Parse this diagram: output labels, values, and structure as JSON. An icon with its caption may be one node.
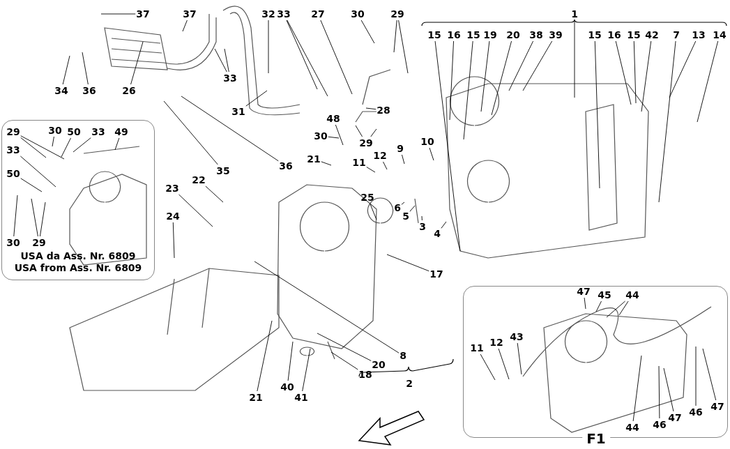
{
  "diagram": {
    "nodes": [
      {
        "text": [
          "USA da Ass. Nr. 6809",
          "USA from Ass. Nr. 6809"
        ]
      },
      {
        "text": [
          "29"
        ],
        "in": 0
      },
      {
        "text": [
          "30"
        ],
        "in": 0
      },
      {
        "text": [
          "50"
        ],
        "in": 0
      },
      {
        "text": [
          "33"
        ],
        "in": 0
      },
      {
        "text": [
          "49"
        ],
        "in": 0
      },
      {
        "text": [
          "33"
        ],
        "in": 0
      },
      {
        "text": [
          "50"
        ],
        "in": 0
      },
      {
        "text": [
          "30"
        ],
        "in": 0
      },
      {
        "text": [
          "29"
        ],
        "in": 0
      },
      {
        "text": [
          "37"
        ]
      },
      {
        "text": [
          "37"
        ]
      },
      {
        "text": [
          "32"
        ]
      },
      {
        "text": [
          "33"
        ]
      },
      {
        "text": [
          "27"
        ]
      },
      {
        "text": [
          "30"
        ]
      },
      {
        "text": [
          "29"
        ]
      },
      {
        "text": [
          "1"
        ]
      },
      {
        "text": [
          "15"
        ]
      },
      {
        "text": [
          "16"
        ]
      },
      {
        "text": [
          "15"
        ]
      },
      {
        "text": [
          "19"
        ]
      },
      {
        "text": [
          "20"
        ]
      },
      {
        "text": [
          "38"
        ]
      },
      {
        "text": [
          "39"
        ]
      },
      {
        "text": [
          "15"
        ]
      },
      {
        "text": [
          "16"
        ]
      },
      {
        "text": [
          "15"
        ]
      },
      {
        "text": [
          "42"
        ]
      },
      {
        "text": [
          "7"
        ]
      },
      {
        "text": [
          "13"
        ]
      },
      {
        "text": [
          "14"
        ]
      },
      {
        "text": [
          "34"
        ]
      },
      {
        "text": [
          "36"
        ]
      },
      {
        "text": [
          "26"
        ]
      },
      {
        "text": [
          "33"
        ]
      },
      {
        "text": [
          "31"
        ]
      },
      {
        "text": [
          "28"
        ]
      },
      {
        "text": [
          "48"
        ]
      },
      {
        "text": [
          "30"
        ]
      },
      {
        "text": [
          "29"
        ]
      },
      {
        "text": [
          "10"
        ]
      },
      {
        "text": [
          "9"
        ]
      },
      {
        "text": [
          "21"
        ]
      },
      {
        "text": [
          "11"
        ]
      },
      {
        "text": [
          "12"
        ]
      },
      {
        "text": [
          "35"
        ]
      },
      {
        "text": [
          "36"
        ]
      },
      {
        "text": [
          "22"
        ]
      },
      {
        "text": [
          "23"
        ]
      },
      {
        "text": [
          "25"
        ]
      },
      {
        "text": [
          "6"
        ]
      },
      {
        "text": [
          "5"
        ]
      },
      {
        "text": [
          "3"
        ]
      },
      {
        "text": [
          "4"
        ]
      },
      {
        "text": [
          "24"
        ]
      },
      {
        "text": [
          "17"
        ]
      },
      {
        "text": [
          "8"
        ]
      },
      {
        "text": [
          "20"
        ]
      },
      {
        "text": [
          "18"
        ]
      },
      {
        "text": [
          "2"
        ]
      },
      {
        "text": [
          "40"
        ]
      },
      {
        "text": [
          "41"
        ]
      },
      {
        "text": [
          "21"
        ]
      },
      {
        "text": [
          "F1"
        ]
      },
      {
        "text": [
          "47"
        ],
        "in": 64
      },
      {
        "text": [
          "45"
        ],
        "in": 64
      },
      {
        "text": [
          "44"
        ],
        "in": 64
      },
      {
        "text": [
          "11"
        ],
        "in": 64
      },
      {
        "text": [
          "12"
        ],
        "in": 64
      },
      {
        "text": [
          "43"
        ],
        "in": 64
      },
      {
        "text": [
          "44"
        ],
        "in": 64
      },
      {
        "text": [
          "46"
        ],
        "in": 64
      },
      {
        "text": [
          "47"
        ],
        "in": 64
      },
      {
        "text": [
          "46"
        ],
        "in": 64
      },
      {
        "text": [
          "47"
        ],
        "in": 64
      }
    ],
    "edges": [
      {
        "from": 1,
        "to": null,
        "arrow": "none"
      },
      {
        "from": 1,
        "to": null,
        "arrow": "none"
      },
      {
        "from": 2,
        "to": null,
        "arrow": "none"
      },
      {
        "from": 3,
        "to": null,
        "arrow": "none"
      },
      {
        "from": 4,
        "to": null,
        "arrow": "none"
      },
      {
        "from": 5,
        "to": null,
        "arrow": "none"
      },
      {
        "from": 6,
        "to": null,
        "arrow": "none"
      },
      {
        "from": 7,
        "to": null,
        "arrow": "none"
      },
      {
        "from": 8,
        "to": null,
        "arrow": "none"
      },
      {
        "from": 9,
        "to": null,
        "arrow": "none"
      },
      {
        "from": 9,
        "to": null,
        "arrow": "none"
      },
      {
        "from": 10,
        "to": null,
        "arrow": "none"
      },
      {
        "from": 11,
        "to": null,
        "arrow": "none"
      },
      {
        "from": 12,
        "to": null,
        "arrow": "none"
      },
      {
        "from": 13,
        "to": null,
        "arrow": "none"
      },
      {
        "from": 13,
        "to": null,
        "arrow": "none"
      },
      {
        "from": 14,
        "to": null,
        "arrow": "none"
      },
      {
        "from": 15,
        "to": null,
        "arrow": "none"
      },
      {
        "from": 16,
        "to": null,
        "arrow": "none"
      },
      {
        "from": 16,
        "to": null,
        "arrow": "none"
      },
      {
        "from": 17,
        "to": null,
        "arrow": "none"
      },
      {
        "from": 18,
        "to": null,
        "arrow": "none"
      },
      {
        "from": 19,
        "to": null,
        "arrow": "none"
      },
      {
        "from": 20,
        "to": null,
        "arrow": "none"
      },
      {
        "from": 21,
        "to": null,
        "arrow": "none"
      },
      {
        "from": 22,
        "to": null,
        "arrow": "none"
      },
      {
        "from": 23,
        "to": null,
        "arrow": "none"
      },
      {
        "from": 24,
        "to": null,
        "arrow": "none"
      },
      {
        "from": 25,
        "to": null,
        "arrow": "none"
      },
      {
        "from": 26,
        "to": null,
        "arrow": "none"
      },
      {
        "from": 27,
        "to": null,
        "arrow": "none"
      },
      {
        "from": 28,
        "to": null,
        "arrow": "none"
      },
      {
        "from": 29,
        "to": null,
        "arrow": "none"
      },
      {
        "from": 30,
        "to": null,
        "arrow": "none"
      },
      {
        "from": 31,
        "to": null,
        "arrow": "none"
      },
      {
        "from": 32,
        "to": null,
        "arrow": "none"
      },
      {
        "from": 33,
        "to": null,
        "arrow": "none"
      },
      {
        "from": 34,
        "to": null,
        "arrow": "none"
      },
      {
        "from": 35,
        "to": null,
        "arrow": "none"
      },
      {
        "from": 35,
        "to": null,
        "arrow": "none"
      },
      {
        "from": 36,
        "to": null,
        "arrow": "none"
      },
      {
        "from": 37,
        "to": null,
        "arrow": "none"
      },
      {
        "from": 38,
        "to": null,
        "arrow": "none"
      },
      {
        "from": 39,
        "to": null,
        "arrow": "none"
      },
      {
        "from": 40,
        "to": null,
        "arrow": "none"
      },
      {
        "from": 40,
        "to": null,
        "arrow": "none"
      },
      {
        "from": 41,
        "to": null,
        "arrow": "none"
      },
      {
        "from": 42,
        "to": null,
        "arrow": "none"
      },
      {
        "from": 43,
        "to": null,
        "arrow": "none"
      },
      {
        "from": 44,
        "to": null,
        "arrow": "none"
      },
      {
        "from": 45,
        "to": null,
        "arrow": "none"
      },
      {
        "from": 46,
        "to": null,
        "arrow": "none"
      },
      {
        "from": 47,
        "to": null,
        "arrow": "none"
      },
      {
        "from": 48,
        "to": null,
        "arrow": "none"
      },
      {
        "from": 49,
        "to": null,
        "arrow": "none"
      },
      {
        "from": 50,
        "to": null,
        "arrow": "none"
      },
      {
        "from": 51,
        "to": null,
        "arrow": "none"
      },
      {
        "from": 52,
        "to": null,
        "arrow": "none"
      },
      {
        "from": 53,
        "to": null,
        "arrow": "none"
      },
      {
        "from": 54,
        "to": null,
        "arrow": "none"
      },
      {
        "from": 55,
        "to": null,
        "arrow": "none"
      },
      {
        "from": 56,
        "to": null,
        "arrow": "none"
      },
      {
        "from": 57,
        "to": null,
        "arrow": "none"
      },
      {
        "from": 58,
        "to": null,
        "arrow": "none"
      },
      {
        "from": 59,
        "to": null,
        "arrow": "none"
      },
      {
        "from": 61,
        "to": null,
        "arrow": "none"
      },
      {
        "from": 62,
        "to": null,
        "arrow": "none"
      },
      {
        "from": 63,
        "to": null,
        "arrow": "none"
      },
      {
        "from": 65,
        "to": null,
        "arrow": "none"
      },
      {
        "from": 66,
        "to": null,
        "arrow": "none"
      },
      {
        "from": 67,
        "to": null,
        "arrow": "none"
      },
      {
        "from": 67,
        "to": null,
        "arrow": "none"
      },
      {
        "from": 68,
        "to": null,
        "arrow": "none"
      },
      {
        "from": 69,
        "to": null,
        "arrow": "none"
      },
      {
        "from": 70,
        "to": null,
        "arrow": "none"
      },
      {
        "from": 71,
        "to": null,
        "arrow": "none"
      },
      {
        "from": 72,
        "to": null,
        "arrow": "none"
      },
      {
        "from": 73,
        "to": null,
        "arrow": "none"
      },
      {
        "from": 74,
        "to": null,
        "arrow": "none"
      },
      {
        "from": 75,
        "to": null,
        "arrow": "none"
      }
    ]
  }
}
